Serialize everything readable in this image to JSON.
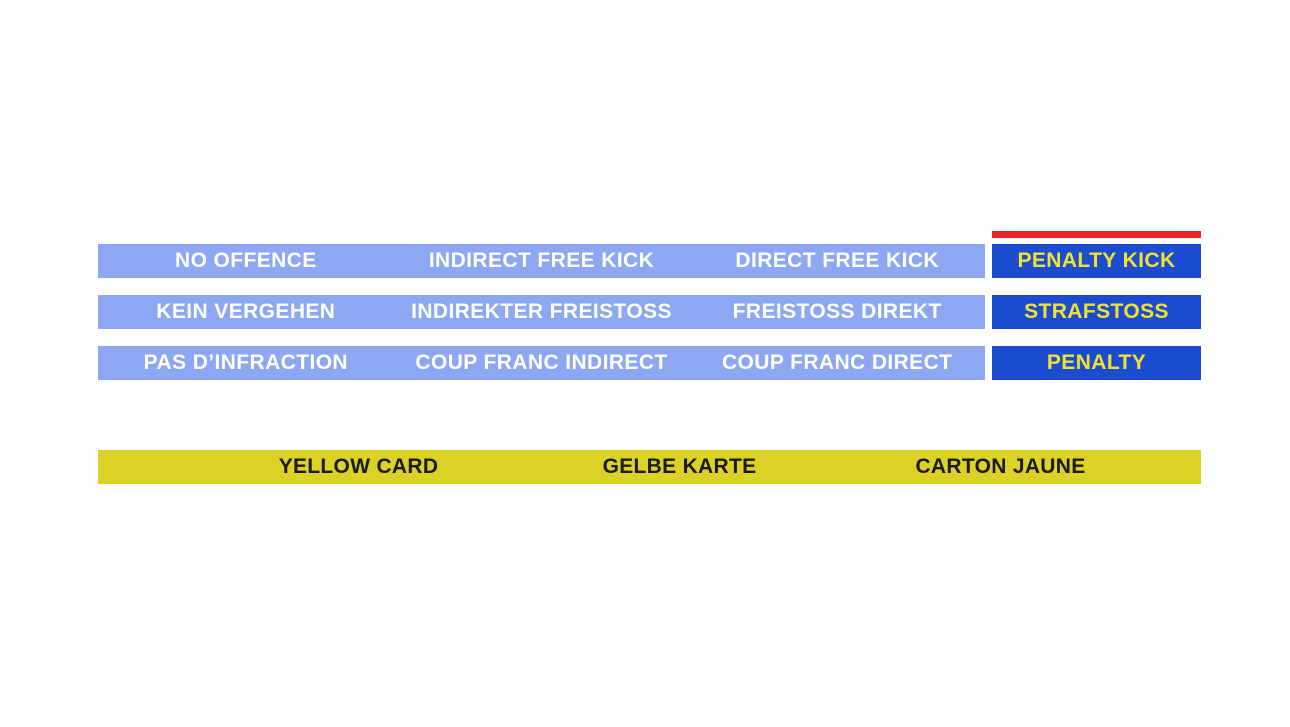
{
  "slide": {
    "background": "#ffffff"
  },
  "decision_table": {
    "rows": [
      {
        "language": "english",
        "cells": [
          "NO OFFENCE",
          "INDIRECT FREE KICK",
          "DIRECT FREE KICK"
        ],
        "highlight": "PENALTY KICK"
      },
      {
        "language": "german",
        "cells": [
          "KEIN VERGEHEN",
          "INDIREKTER FREISTOSS",
          "FREISTOSS DIREKT"
        ],
        "highlight": "STRAFSTOSS"
      },
      {
        "language": "french",
        "cells": [
          "PAS D’INFRACTION",
          "COUP FRANC INDIRECT",
          "COUP FRANC DIRECT"
        ],
        "highlight": "PENALTY"
      }
    ]
  },
  "yellow_card_bar": {
    "labels": [
      "YELLOW CARD",
      "GELBE KARTE",
      "CARTON JAUNE"
    ]
  },
  "colors": {
    "light_blue": "#8DA7F2",
    "dark_blue": "#1C4CD0",
    "highlight_text_yellow": "#F0E22F",
    "yellow_bar": "#DCD226",
    "red_accent": "#ED2128",
    "white_text": "#FFFFFF",
    "dark_text": "#1A1A1A"
  }
}
